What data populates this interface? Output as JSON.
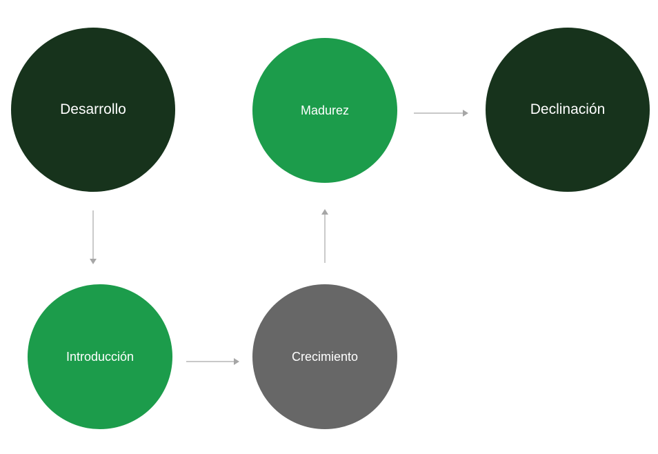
{
  "nodes": [
    {
      "id": "desarrollo",
      "label": "Desarrollo",
      "color": "#17331c"
    },
    {
      "id": "madurez",
      "label": "Madurez",
      "color": "#1c9c4b"
    },
    {
      "id": "declinacion",
      "label": "Declinación",
      "color": "#17331c"
    },
    {
      "id": "introduccion",
      "label": "Introducción",
      "color": "#1c9c4b"
    },
    {
      "id": "crecimiento",
      "label": "Crecimiento",
      "color": "#676767"
    }
  ],
  "edges": [
    {
      "from": "desarrollo",
      "to": "introduccion"
    },
    {
      "from": "introduccion",
      "to": "crecimiento"
    },
    {
      "from": "crecimiento",
      "to": "madurez"
    },
    {
      "from": "madurez",
      "to": "declinacion"
    }
  ],
  "colors": {
    "dark_green": "#17331c",
    "green": "#1c9c4b",
    "gray": "#676767",
    "arrow": "#a6a6a6"
  }
}
